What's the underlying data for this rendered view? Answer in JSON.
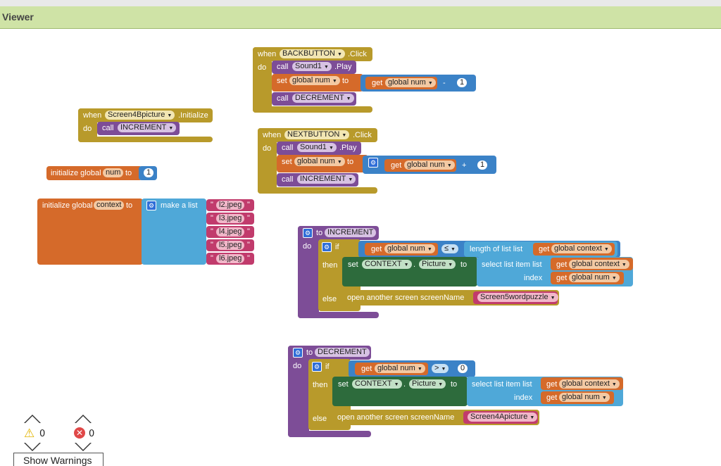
{
  "header": {
    "title": "Viewer"
  },
  "colors": {
    "event": "#b89a2b",
    "procedure": "#7d4d97",
    "variable": "#d56a2a",
    "math": "#3b82c7",
    "list": "#4fa8d8",
    "component": "#2d6b3c",
    "text": "#c13b6c"
  },
  "blocks": {
    "init_event": {
      "when": "when",
      "component": "Screen4Bpicture",
      "event": ".Initialize",
      "do": "do",
      "call": "call",
      "proc": "INCREMENT"
    },
    "global_num": {
      "label": "initialize global",
      "name": "num",
      "to": "to",
      "value": "1"
    },
    "global_context": {
      "label": "initialize global",
      "name": "context",
      "to": "to",
      "make_list": "make a list",
      "items": [
        "l2.jpeg",
        "l3.jpeg",
        "l4.jpeg",
        "l5.jpeg",
        "l6.jpeg"
      ],
      "quote": "\""
    },
    "back_click": {
      "when": "when",
      "component": "BACKBUTTON",
      "event": ".Click",
      "do": "do",
      "call": "call",
      "sound": "Sound1",
      "play": ".Play",
      "set": "set",
      "var": "global num",
      "to": "to",
      "get": "get",
      "get_var": "global num",
      "op": "-",
      "operand": "1",
      "call2": "call",
      "proc": "DECREMENT"
    },
    "next_click": {
      "when": "when",
      "component": "NEXTBUTTON",
      "event": ".Click",
      "do": "do",
      "call": "call",
      "sound": "Sound1",
      "play": ".Play",
      "set": "set",
      "var": "global num",
      "to": "to",
      "get": "get",
      "get_var": "global num",
      "op": "+",
      "operand": "1",
      "call2": "call",
      "proc": "INCREMENT"
    },
    "increment_proc": {
      "to": "to",
      "name": "INCREMENT",
      "do": "do",
      "if": "if",
      "get": "get",
      "var": "global num",
      "op": "≤",
      "length": "length of list  list",
      "get2": "get",
      "list_var": "global context",
      "then": "then",
      "set": "set",
      "component": "CONTEXT",
      "dot": ".",
      "prop": "Picture",
      "to2": "to",
      "select": "select list item  list",
      "get3": "get",
      "list_var2": "global context",
      "index": "index",
      "get4": "get",
      "index_var": "global num",
      "else": "else",
      "open": "open another screen  screenName",
      "screen": "Screen5wordpuzzle"
    },
    "decrement_proc": {
      "to": "to",
      "name": "DECREMENT",
      "do": "do",
      "if": "if",
      "get": "get",
      "var": "global num",
      "op": ">",
      "value": "0",
      "then": "then",
      "set": "set",
      "component": "CONTEXT",
      "dot": ".",
      "prop": "Picture",
      "to2": "to",
      "select": "select list item  list",
      "get3": "get",
      "list_var2": "global context",
      "index": "index",
      "get4": "get",
      "index_var": "global num",
      "else": "else",
      "open": "open another screen  screenName",
      "screen": "Screen4Apicture"
    }
  },
  "warnings": {
    "warning_count": "0",
    "error_count": "0",
    "button": "Show Warnings"
  }
}
